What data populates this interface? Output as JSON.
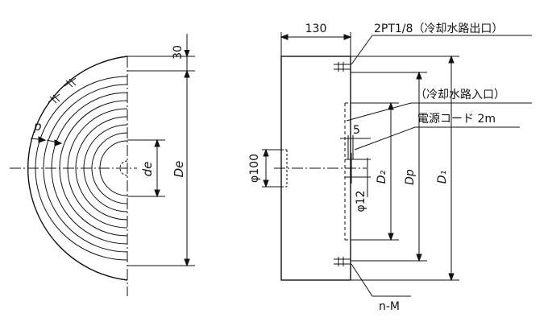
{
  "labels": {
    "top_30": "30",
    "left_p": "p",
    "left_de": "de",
    "left_De": "De",
    "right_130": "130",
    "right_outlet": "2PT1/8（冷却水路出口）",
    "right_inlet": "（冷却水路入口）",
    "right_cord": "電源コード 2m",
    "right_5": "5",
    "right_phi100": "φ100",
    "right_phi12": "φ12",
    "right_D2": "D₂",
    "right_Dp": "Dp",
    "right_D1": "D₁",
    "right_nM": "n-M"
  },
  "colors": {
    "line": "#111111",
    "background": "#ffffff"
  }
}
